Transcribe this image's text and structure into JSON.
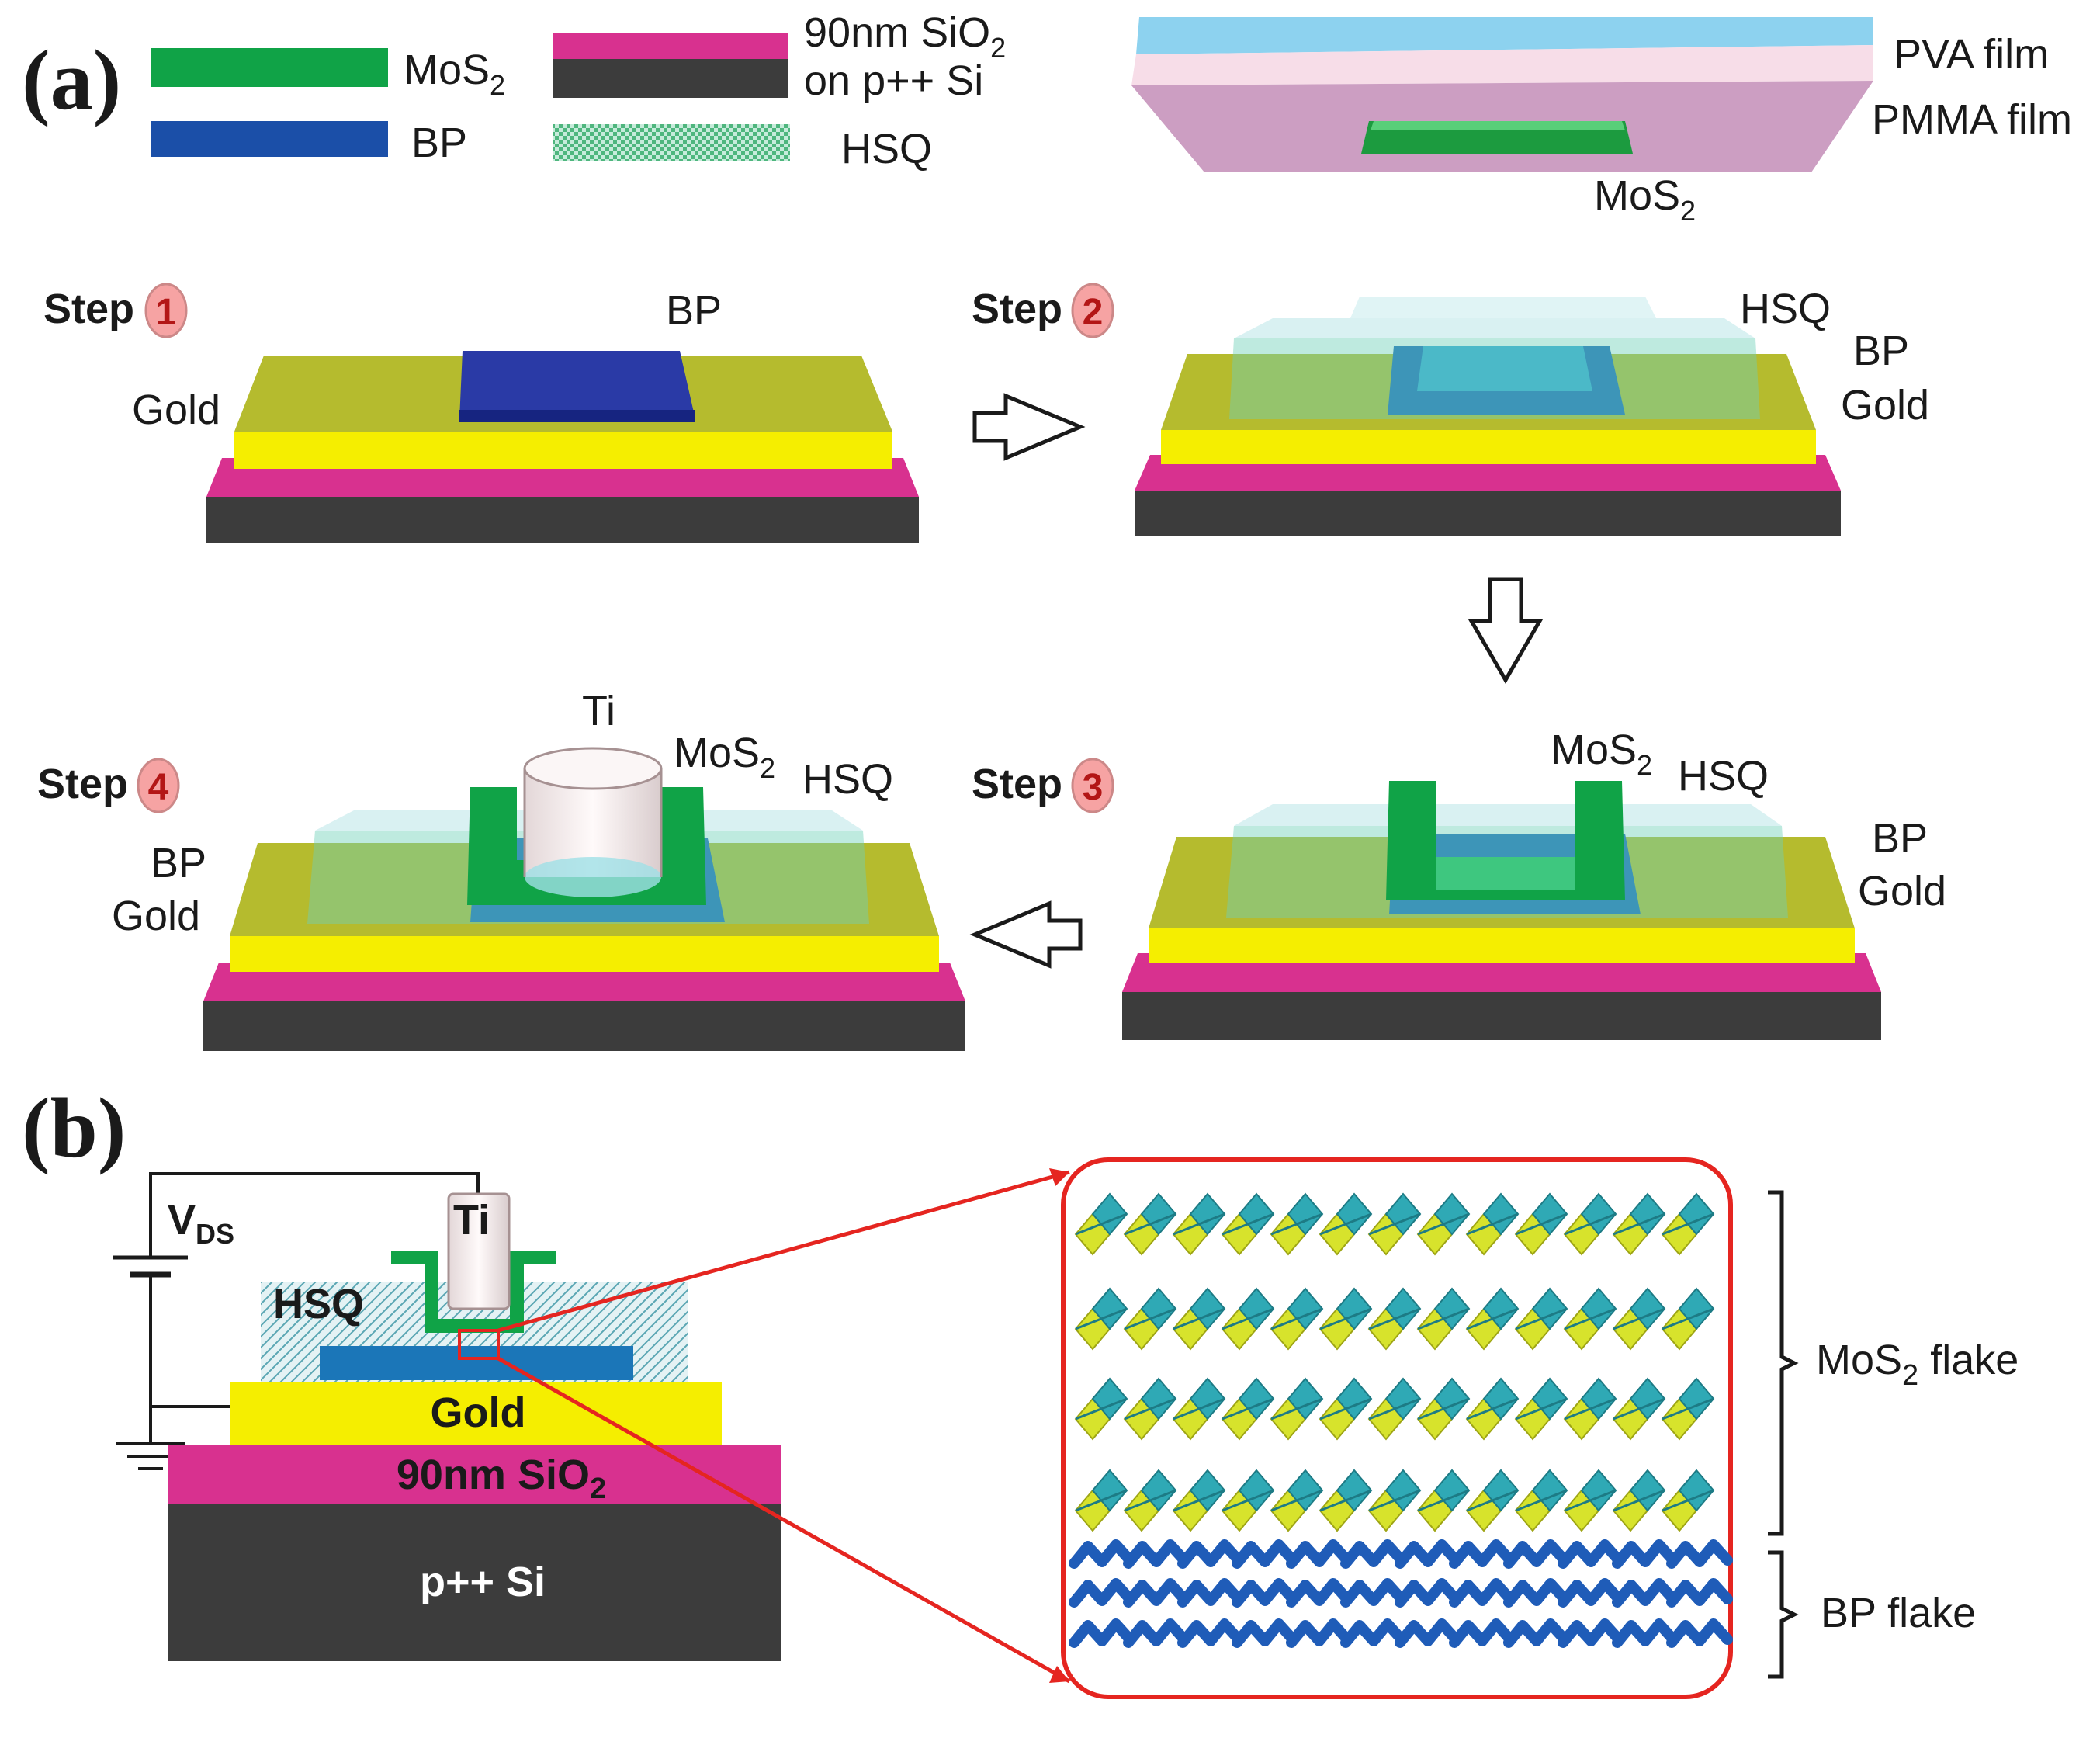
{
  "panels": {
    "a": "(a)",
    "b": "(b)"
  },
  "legend": {
    "mos2": {
      "main": "MoS",
      "sub": "2"
    },
    "bp": "BP",
    "substrate": {
      "line1_main": "90nm SiO",
      "line1_sub": "2",
      "line2": "on p++ Si"
    },
    "hsq": "HSQ"
  },
  "transfer": {
    "pva": "PVA film",
    "pmma": "PMMA film",
    "mos2": {
      "main": "MoS",
      "sub": "2"
    }
  },
  "steps": {
    "s1": {
      "word": "Step",
      "num": "1",
      "bp": "BP",
      "gold": "Gold"
    },
    "s2": {
      "word": "Step",
      "num": "2",
      "hsq": "HSQ",
      "bp": "BP",
      "gold": "Gold"
    },
    "s3": {
      "word": "Step",
      "num": "3",
      "mos2_main": "MoS",
      "mos2_sub": "2",
      "hsq": "HSQ",
      "bp": "BP",
      "gold": "Gold"
    },
    "s4": {
      "word": "Step",
      "num": "4",
      "ti": "Ti",
      "mos2_main": "MoS",
      "mos2_sub": "2",
      "hsq": "HSQ",
      "bp": "BP",
      "gold": "Gold"
    }
  },
  "cross_section": {
    "vds_main": "V",
    "vds_sub": "DS",
    "ti": "Ti",
    "hsq": "HSQ",
    "gold": "Gold",
    "sio2_main": "90nm SiO",
    "sio2_sub": "2",
    "si": "p++ Si"
  },
  "zoom": {
    "mos2_flake_main": "MoS",
    "mos2_flake_sub": "2",
    "mos2_flake_rest": " flake",
    "bp_flake": "BP flake"
  },
  "colors": {
    "mos2_green": "#10a347",
    "bp_blue": "#1b4fa8",
    "sio2_magenta": "#d8318f",
    "si_dark": "#3c3c3c",
    "gold": "#f5ee00",
    "gold_top": "#b5bb2e",
    "hsq": "#8fd3c9",
    "red": "#e52520"
  }
}
